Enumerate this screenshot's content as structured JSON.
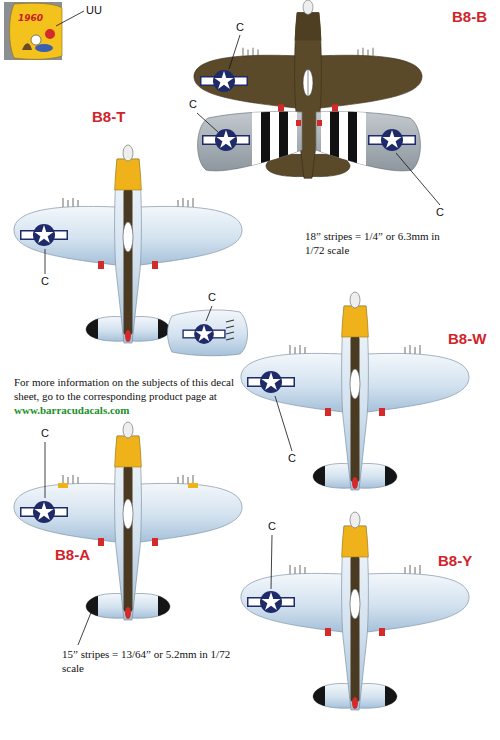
{
  "diagram": {
    "labels": [
      "UU",
      "1960",
      "C",
      "B8-B",
      "C",
      "C",
      "B8-T",
      "C",
      "18” stripes = 1/4” or 6.3mm in 1/72 scale",
      "C",
      "B8-W",
      "C",
      "For more information on the subjects of this decal sheet, go to the corresponding product page at www.barracudacals.com",
      "C",
      "B8-A",
      "15” stripes = 13/64” or 5.2mm in 1/72 scale",
      "B8-Y",
      "C"
    ]
  }
}
